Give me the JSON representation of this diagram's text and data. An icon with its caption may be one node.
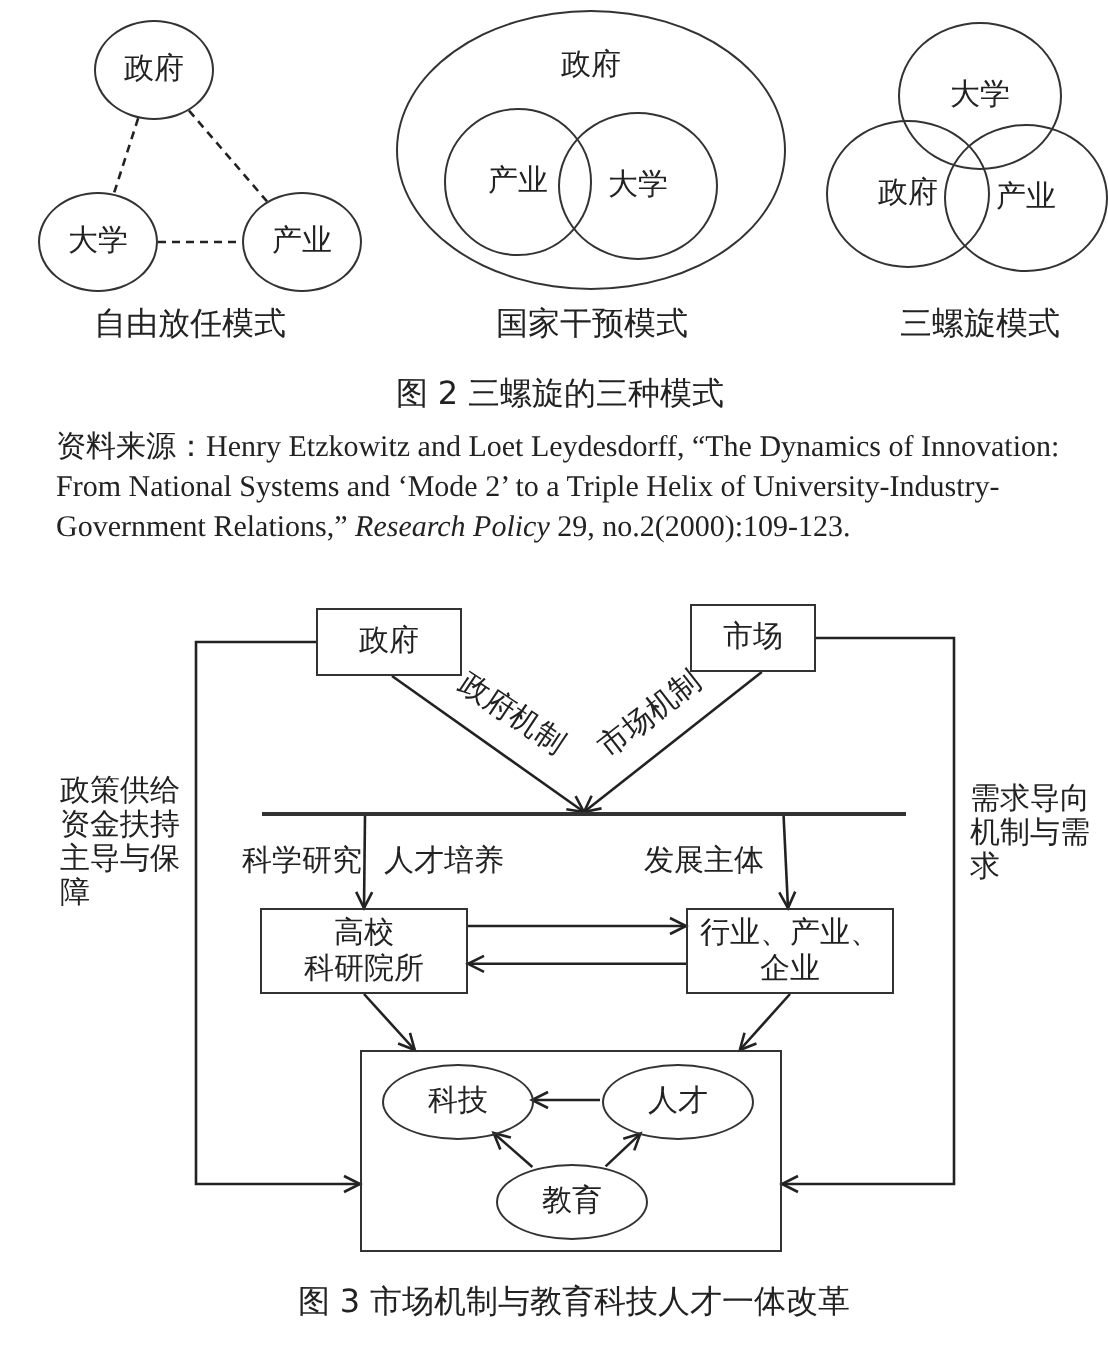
{
  "diagram": {
    "nodes": [
      {
        "text": [
          "政府"
        ]
      },
      {
        "text": [
          "大学"
        ]
      },
      {
        "text": [
          "产业"
        ]
      },
      {
        "text": [
          "政府"
        ]
      },
      {
        "text": [
          "产业"
        ],
        "in": 3
      },
      {
        "text": [
          "大学"
        ],
        "in": 3
      },
      {
        "text": [
          "大学"
        ]
      },
      {
        "text": [
          "政府"
        ]
      },
      {
        "text": [
          "产业"
        ]
      },
      {
        "text": [
          "政府"
        ]
      },
      {
        "text": [
          "市场"
        ]
      },
      {
        "text": [],
        "shape": "bar"
      },
      {
        "text": [
          "高校",
          "科研院所"
        ]
      },
      {
        "text": [
          "行业、产业、企业"
        ]
      },
      {
        "text": [],
        "shape": "box"
      },
      {
        "text": [
          "科技"
        ],
        "in": 14
      },
      {
        "text": [
          "人才"
        ],
        "in": 14
      },
      {
        "text": [
          "教育"
        ],
        "in": 14
      }
    ],
    "edges": [
      {
        "from": 0,
        "to": 1,
        "arrow": "none",
        "style": "dashed"
      },
      {
        "from": 0,
        "to": 2,
        "arrow": "none",
        "style": "dashed"
      },
      {
        "from": 1,
        "to": 2,
        "arrow": "none",
        "style": "dashed"
      },
      {
        "from": 9,
        "to": 11,
        "arrow": "to",
        "label": "政府机制"
      },
      {
        "from": 10,
        "to": 11,
        "arrow": "to",
        "label": "市场机制"
      },
      {
        "from": 11,
        "to": 12,
        "arrow": "to"
      },
      {
        "from": 11,
        "to": 13,
        "arrow": "to"
      },
      {
        "from": 12,
        "to": 13,
        "arrow": "to"
      },
      {
        "from": 13,
        "to": 12,
        "arrow": "to"
      },
      {
        "from": 12,
        "to": 14,
        "arrow": "to"
      },
      {
        "from": 13,
        "to": 14,
        "arrow": "to"
      },
      {
        "from": 16,
        "to": 15,
        "arrow": "to"
      },
      {
        "from": 17,
        "to": 15,
        "arrow": "to"
      },
      {
        "from": 17,
        "to": 16,
        "arrow": "to"
      },
      {
        "from": 9,
        "to": 14,
        "arrow": "to",
        "label": "政策供给资金扶持主导与保障"
      },
      {
        "from": 10,
        "to": 14,
        "arrow": "to",
        "label": "需求导向机制与需求"
      }
    ],
    "labels": [
      "自由放任模式",
      "国家干预模式",
      "三螺旋模式",
      "图 2 三螺旋的三种模式",
      "资料来源：Henry Etzkowitz and Loet Leydesdorff, “The Dynamics of Innovation: From National Systems and ‘Mode 2’ to a Triple Helix of University-Industry-Government Relations,” *Research Policy* 29, no.2(2000):109-123.",
      "科学研究",
      "人才培养",
      "发展主体",
      "图 3 市场机制与教育科技人才一体改革"
    ]
  }
}
